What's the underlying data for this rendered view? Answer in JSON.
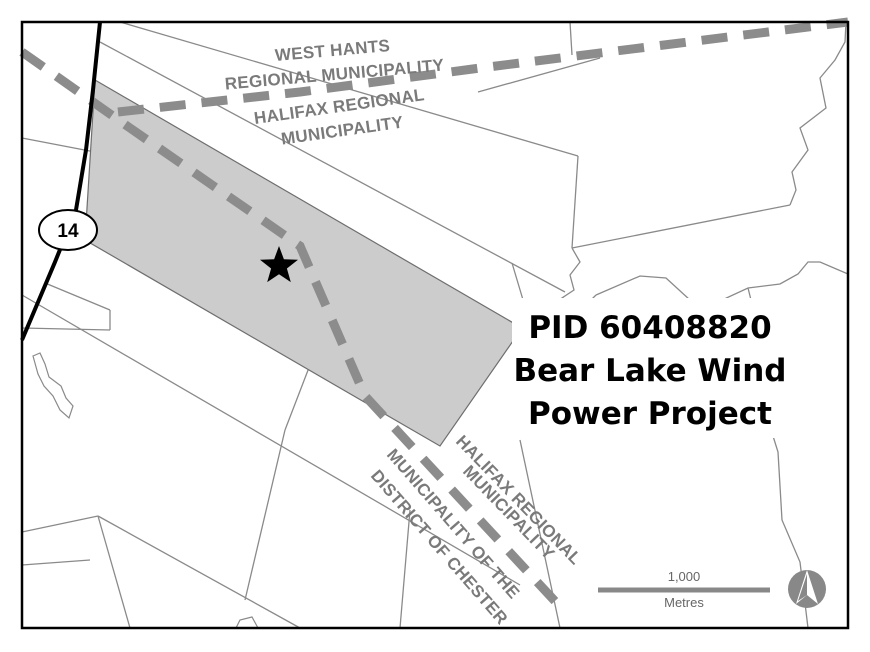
{
  "map": {
    "title_lines": [
      "PID 60408820",
      "Bear Lake Wind",
      "Power Project"
    ],
    "highway_number": "14",
    "labels": {
      "west_hants_line1": "WEST HANTS",
      "west_hants_line2": "REGIONAL MUNICIPALITY",
      "halifax_north_line1": "HALIFAX REGIONAL",
      "halifax_north_line2": "MUNICIPALITY",
      "halifax_south_line1": "HALIFAX REGIONAL",
      "halifax_south_line2": "MUNICIPALITY",
      "chester_line1": "MUNICIPALITY OF THE",
      "chester_line2": "DISTRICT OF CHESTER"
    },
    "scale_bar": {
      "value": "1,000",
      "unit": "Metres"
    },
    "north_arrow_icon": "north-arrow-icon",
    "project_marker_icon": "star-icon",
    "colors": {
      "parcel_fill": "#cccccc",
      "boundary_dash": "#8c8c8c",
      "road": "#000000",
      "label_gray": "#7a7a7a"
    }
  }
}
